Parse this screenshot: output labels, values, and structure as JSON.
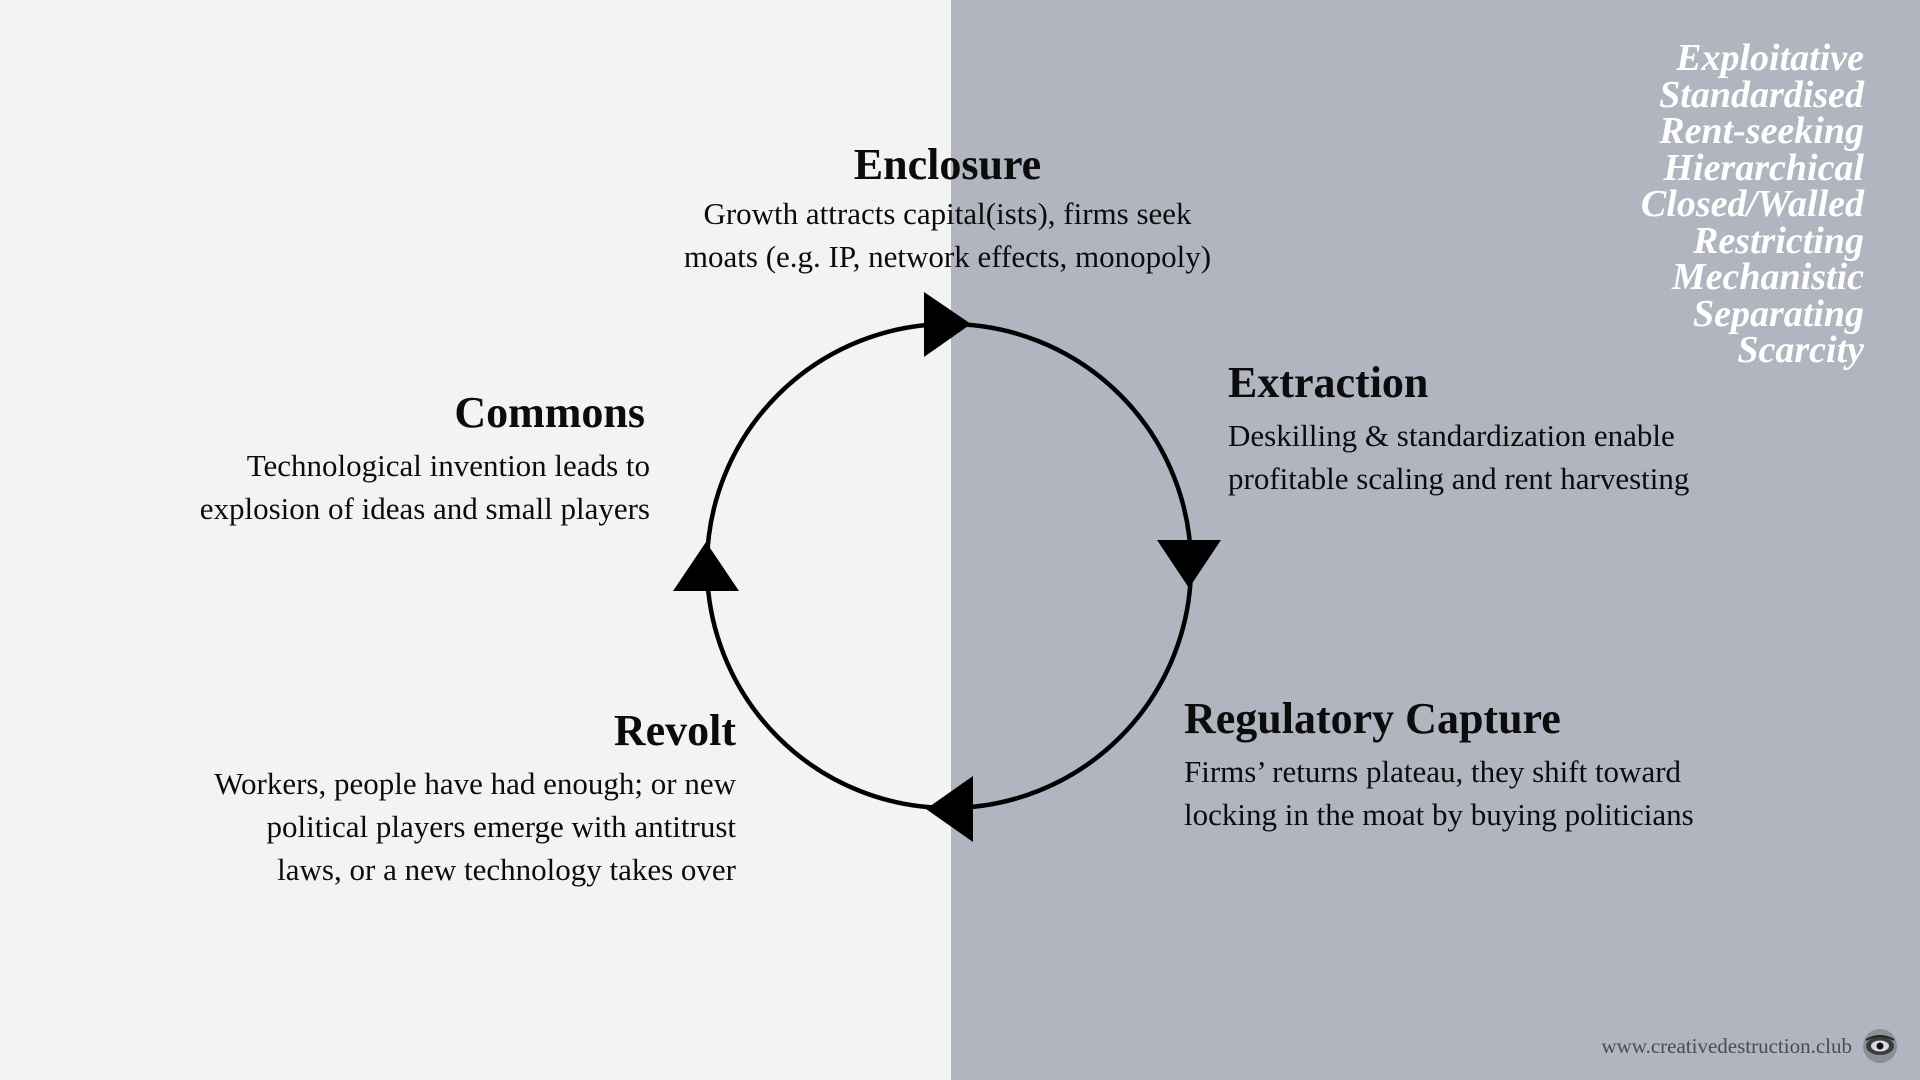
{
  "stages": {
    "enclosure": {
      "title": "Enclosure",
      "line1": "Growth attracts capital(ists), firms seek",
      "line2": "moats (e.g. IP, network effects, monopoly)"
    },
    "extraction": {
      "title": "Extraction",
      "line1": "Deskilling & standardization enable",
      "line2": "profitable scaling and rent harvesting"
    },
    "regulatory_capture": {
      "title": "Regulatory Capture",
      "line1": "Firms’ returns plateau, they shift toward",
      "line2": "locking in the moat by buying politicians"
    },
    "revolt": {
      "title": "Revolt",
      "line1": "Workers, people have had enough; or new",
      "line2": "political players emerge with antitrust",
      "line3": "laws, or a new technology takes over"
    },
    "commons": {
      "title": "Commons",
      "line1": "Technological invention leads to",
      "line2": "explosion of ideas and small players"
    }
  },
  "traits": [
    "Exploitative",
    "Standardised",
    "Rent-seeking",
    "Hierarchical",
    "Closed/Walled",
    "Restricting",
    "Mechanistic",
    "Separating",
    "Scarcity"
  ],
  "footer": {
    "url": "www.creativedestruction.club",
    "logo_icon": "engraved-portrait-logo"
  },
  "colors": {
    "left_background": "#f3f3f3",
    "right_background": "#b1b5c0",
    "traits_text": "#ffffff",
    "cycle_stroke": "#000000"
  },
  "diagram": {
    "type": "cycle",
    "direction": "clockwise"
  }
}
